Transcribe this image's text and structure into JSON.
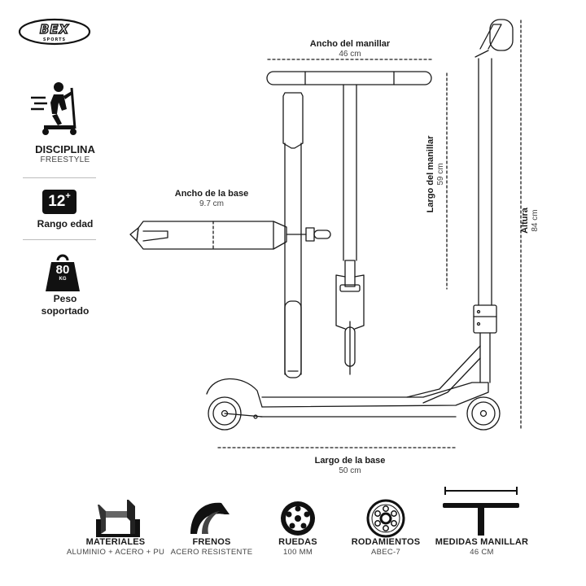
{
  "brand": {
    "name": "BEX",
    "sub": "SPORTS"
  },
  "side": {
    "discipline": {
      "title": "DISCIPLINA",
      "value": "FREESTYLE"
    },
    "age": {
      "badge": "12",
      "badge_plus": "+",
      "label": "Rango edad"
    },
    "weight": {
      "value": "80",
      "unit": "KG",
      "label_line1": "Peso",
      "label_line2": "soportado"
    }
  },
  "dimensions": {
    "handlebar_width": {
      "label": "Ancho del manillar",
      "value": "46 cm"
    },
    "handlebar_length": {
      "label": "Largo del manillar",
      "value": "59 cm"
    },
    "base_width": {
      "label": "Ancho de la base",
      "value": "9.7 cm"
    },
    "height": {
      "label": "Altura",
      "value": "84 cm"
    },
    "base_length": {
      "label": "Largo de la base",
      "value": "50 cm"
    }
  },
  "features": [
    {
      "title": "MATERIALES",
      "sub": "ALUMINIO + ACERO + PU",
      "icon": "channel-profile-icon"
    },
    {
      "title": "FRENOS",
      "sub": "ACERO RESISTENTE",
      "icon": "brake-fender-icon"
    },
    {
      "title": "RUEDAS",
      "sub": "100 MM",
      "icon": "wheel-icon"
    },
    {
      "title": "RODAMIENTOS",
      "sub": "ABEC-7",
      "icon": "bearing-icon"
    },
    {
      "title": "MEDIDAS MANILLAR",
      "sub": "46 CM",
      "icon": "handlebar-icon"
    }
  ],
  "colors": {
    "ink": "#1a1a1a",
    "muted": "#444444",
    "divider": "#bcbcbc"
  }
}
